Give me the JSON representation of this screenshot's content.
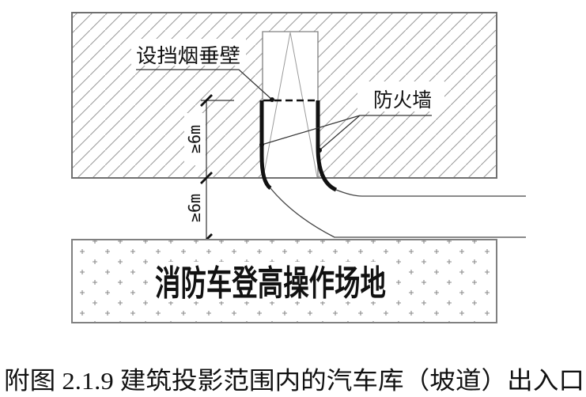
{
  "diagram": {
    "labels": {
      "smoke_barrier": "设挡烟垂壁",
      "firewall": "防火墙",
      "dim_upper": "≥6m",
      "dim_lower": "≥6m",
      "operation_site": "消防车登高操作场地"
    },
    "caption": "附图 2.1.9 建筑投影范围内的汽车库（坡道）出入口",
    "colors": {
      "line_black": "#111111",
      "outline_gray": "#707070",
      "thin_line": "#444444",
      "hatch_gray": "#9a9a9a",
      "stipple_gray": "#8a8a8a",
      "background": "#ffffff"
    }
  }
}
